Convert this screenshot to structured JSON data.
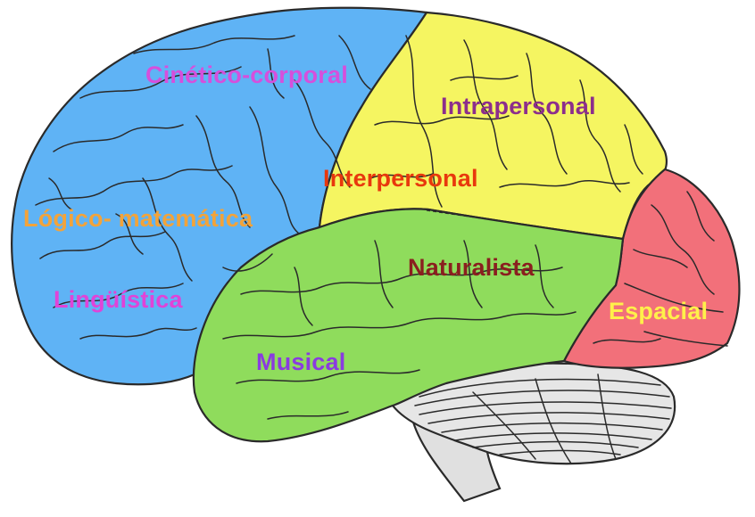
{
  "regions": [
    {
      "id": "frontal",
      "label": "Cinético-corporal",
      "color": "#5fb3f5"
    },
    {
      "id": "parietal",
      "label": "Intrapersonal",
      "color": "#f5f561"
    },
    {
      "id": "temporal",
      "label": "Naturalista",
      "color": "#8fdc5c"
    },
    {
      "id": "occipital",
      "label": "Espacial",
      "color": "#f2707a"
    },
    {
      "id": "cerebellum",
      "label": "",
      "color": "#e6e6e6"
    }
  ],
  "labels": {
    "cinetico": {
      "text": "Cinético-corporal",
      "color": "#d64fdc"
    },
    "intrapersonal": {
      "text": "Intrapersonal",
      "color": "#8c2e8c"
    },
    "interpersonal": {
      "text": "Interpersonal",
      "color": "#e8380d"
    },
    "logico": {
      "text": "Lógico- matemática",
      "color": "#f2a33a"
    },
    "naturalista": {
      "text": "Naturalista",
      "color": "#8a1f1f"
    },
    "linguistica": {
      "text": "Lingüística",
      "color": "#e043d8"
    },
    "espacial": {
      "text": "Espacial",
      "color": "#fff04a"
    },
    "musical": {
      "text": "Musical",
      "color": "#8a3be0"
    }
  }
}
